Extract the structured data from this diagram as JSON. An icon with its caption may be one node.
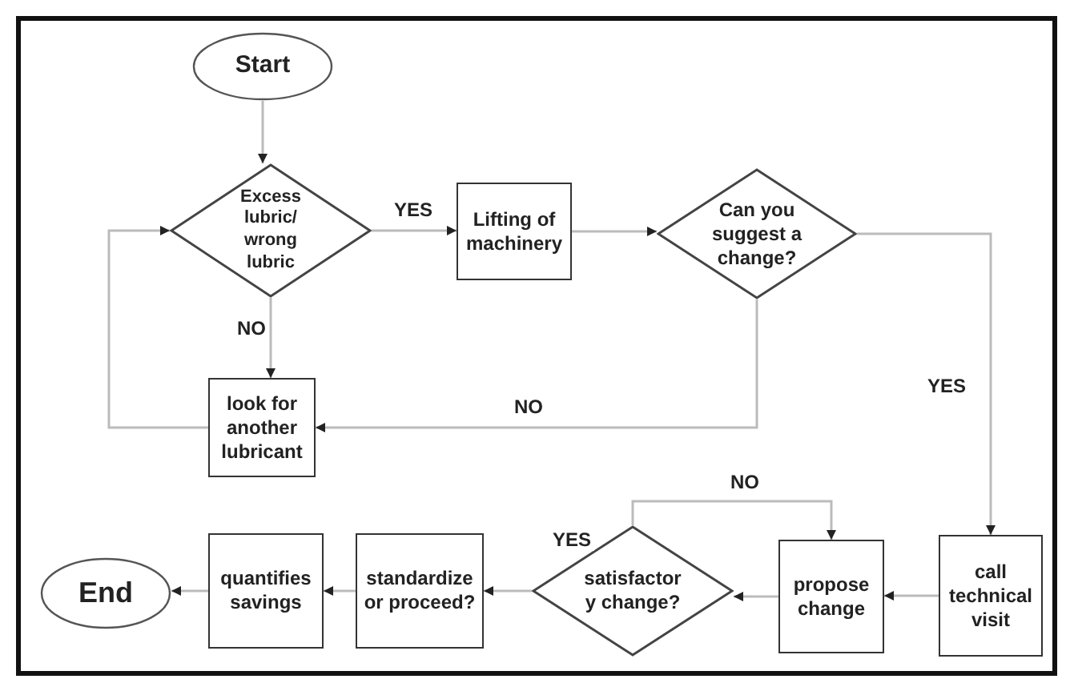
{
  "diagram": {
    "nodes": [
      {
        "text": [
          "Start"
        ]
      },
      {
        "text": [
          "Excess lubric/ wrong lubric"
        ]
      },
      {
        "text": [
          "Lifting of machinery"
        ]
      },
      {
        "text": [
          "Can you suggest a change?"
        ]
      },
      {
        "text": [
          "look for another lubricant"
        ]
      },
      {
        "text": [
          "call technical visit"
        ]
      },
      {
        "text": [
          "propose change"
        ]
      },
      {
        "text": [
          "satisfactor y change?"
        ]
      },
      {
        "text": [
          "standardize or proceed?"
        ]
      },
      {
        "text": [
          "quantifies savings"
        ]
      },
      {
        "text": [
          "End"
        ]
      }
    ],
    "edges": [
      {
        "from": 0,
        "to": 1,
        "arrow": "to"
      },
      {
        "from": 1,
        "to": 2,
        "arrow": "to",
        "label": "YES"
      },
      {
        "from": 2,
        "to": 3,
        "arrow": "to"
      },
      {
        "from": 3,
        "to": 4,
        "arrow": "to",
        "label": "NO"
      },
      {
        "from": 1,
        "to": 4,
        "arrow": "to",
        "label": "NO"
      },
      {
        "from": 4,
        "to": 1,
        "arrow": "to"
      },
      {
        "from": 3,
        "to": 5,
        "arrow": "to",
        "label": "YES"
      },
      {
        "from": 5,
        "to": 6,
        "arrow": "to"
      },
      {
        "from": 6,
        "to": 7,
        "arrow": "to"
      },
      {
        "from": 7,
        "to": 6,
        "arrow": "to",
        "label": "NO"
      },
      {
        "from": 7,
        "to": 8,
        "arrow": "to",
        "label": "YES"
      },
      {
        "from": 8,
        "to": 9,
        "arrow": "to"
      },
      {
        "from": 9,
        "to": 10,
        "arrow": "to"
      }
    ]
  }
}
